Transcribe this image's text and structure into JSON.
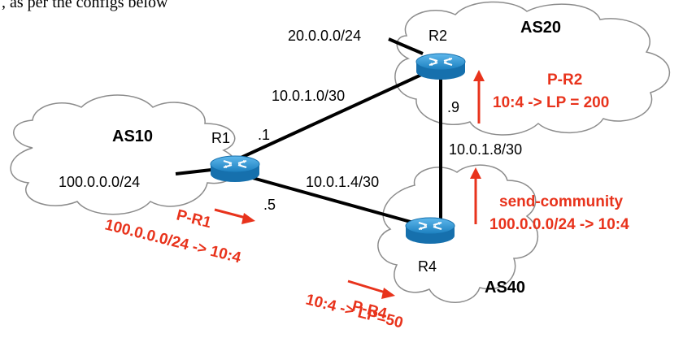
{
  "top_fragment": ", as per the configs below",
  "colors": {
    "accent": "#e8331c",
    "router": "#1f8fd0",
    "cloud_stroke": "#8c8c8c",
    "link": "#000000"
  },
  "routers": [
    {
      "label": "R1",
      "icon": "router-icon"
    },
    {
      "label": "R2",
      "icon": "router-icon"
    },
    {
      "label": "R4",
      "icon": "router-icon"
    }
  ],
  "as_labels": {
    "as10": "AS10",
    "as20": "AS20",
    "as40": "AS40"
  },
  "prefixes": {
    "r1": "100.0.0.0/24",
    "r2": "20.0.0.0/24"
  },
  "links": {
    "r1_r2": "10.0.1.0/30",
    "r1_r4": "10.0.1.4/30",
    "r2_r4": "10.0.1.8/30"
  },
  "interfaces": {
    "r1_to_r2": ".1",
    "r1_to_r4": ".5",
    "r2_to_r4": ".9"
  },
  "policies": {
    "p_r1": {
      "name": "P-R1",
      "rule": "100.0.0.0/24 -> 10:4"
    },
    "p_r2": {
      "name": "P-R2",
      "rule": "10:4 -> LP = 200"
    },
    "p_r4": {
      "name": "P-R4",
      "rule": "10:4 -> LP=50"
    },
    "send_community": {
      "name": "send-community",
      "rule": "100.0.0.0/24 -> 10:4"
    }
  }
}
